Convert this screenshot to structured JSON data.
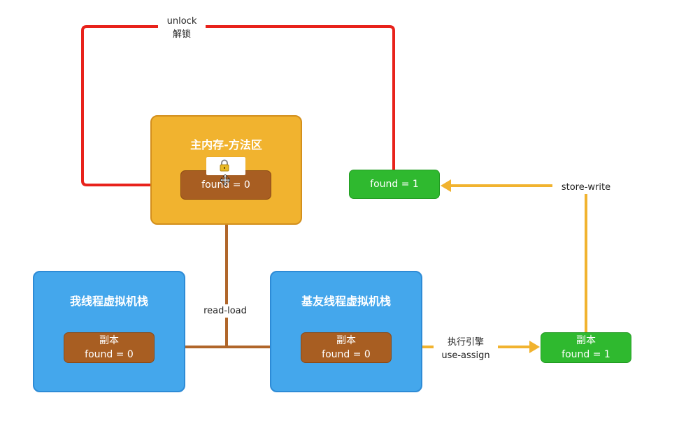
{
  "main_memory": {
    "title": "主内存-方法区",
    "variable": "found = 0"
  },
  "main_memory_written": {
    "variable": "found = 1"
  },
  "thread_me": {
    "title": "我线程虚拟机栈",
    "copy_label": "副本",
    "copy_value": "found = 0"
  },
  "thread_friend": {
    "title": "基友线程虚拟机栈",
    "copy_label": "副本",
    "copy_value": "found = 0"
  },
  "assigned_copy": {
    "copy_label": "副本",
    "copy_value": "found = 1"
  },
  "labels": {
    "unlock_en": "unlock",
    "unlock_zh": "解锁",
    "read_load": "read-load",
    "engine_zh": "执行引擎",
    "use_assign": "use-assign",
    "store_write": "store-write"
  },
  "colors": {
    "unlock_line": "#e8221b",
    "read_load_line": "#b0662a",
    "assign_line": "#f1b32f",
    "main_memory": "#f1b32f",
    "thread_stack": "#44a7ec",
    "brown_var": "#a85e22",
    "green_var": "#2fb92f"
  },
  "icons": [
    "lock-icon",
    "move-cursor-icon"
  ]
}
